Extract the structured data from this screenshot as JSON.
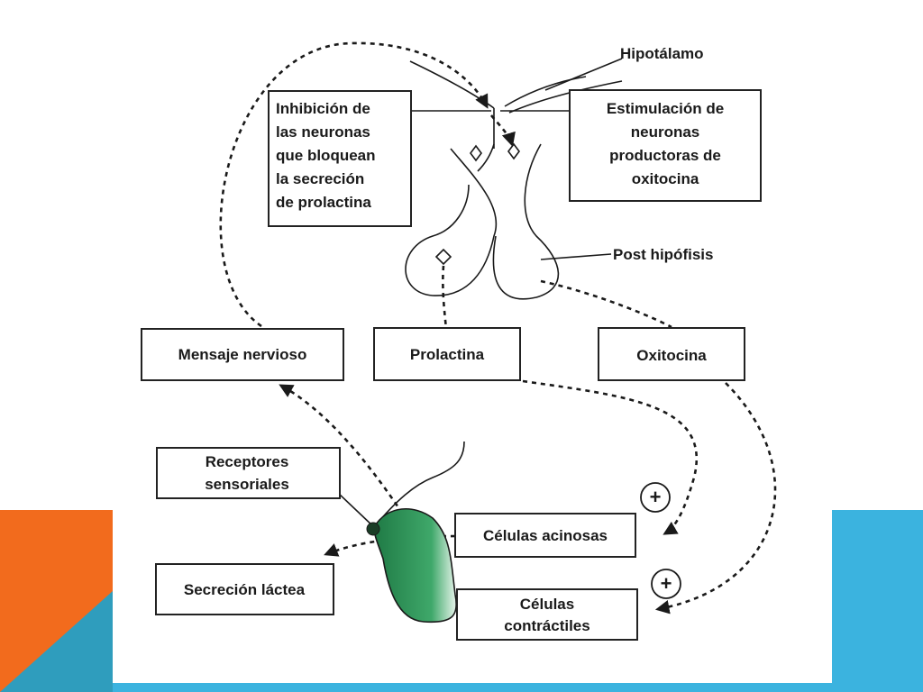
{
  "colors": {
    "background": "#ffffff",
    "accent_orange": "#f26b1d",
    "accent_teal": "#2f9dbd",
    "accent_blue": "#3bb3df",
    "gland_green": "#2e8b57"
  },
  "diagram": {
    "hipotalamo": "Hipotálamo",
    "post_hipofisis": "Post hipófisis",
    "inhibicion": [
      "Inhibición de",
      "las neuronas",
      "que bloquean",
      "la secreción",
      "de prolactina"
    ],
    "estimulacion": [
      "Estimulación de",
      "neuronas",
      "productoras de",
      "oxitocina"
    ],
    "mensaje": "Mensaje nervioso",
    "prolactina": "Prolactina",
    "oxitocina": "Oxitocina",
    "receptores": [
      "Receptores",
      "sensoriales"
    ],
    "celulas_acinosas": "Células acinosas",
    "secrecion": "Secreción láctea",
    "celulas_contractiles": [
      "Células",
      "contráctiles"
    ],
    "plus": "+"
  }
}
